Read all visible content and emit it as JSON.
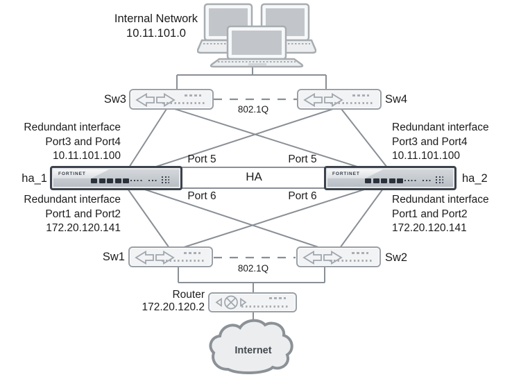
{
  "colors": {
    "line": "#898f95",
    "box_border": "#9aa0a6",
    "device_frame": "#3b424b",
    "text": "#1b1b1b"
  },
  "internal_network": {
    "line1": "Internal Network",
    "line2": "10.11.101.0"
  },
  "switches": {
    "sw1": "Sw1",
    "sw2": "Sw2",
    "sw3": "Sw3",
    "sw4": "Sw4"
  },
  "trunks": {
    "top": "802.1Q",
    "bottom": "802.1Q"
  },
  "firewalls": {
    "ha1": {
      "name": "ha_1",
      "brand": "FORTINET"
    },
    "ha2": {
      "name": "ha_2",
      "brand": "FORTINET"
    }
  },
  "ha_link": {
    "label": "HA",
    "port5_left": "Port 5",
    "port5_right": "Port 5",
    "port6_left": "Port 6",
    "port6_right": "Port 6"
  },
  "annotations": {
    "ha1_lan": [
      "Redundant interface",
      "Port3 and Port4",
      "10.11.101.100"
    ],
    "ha2_lan": [
      "Redundant interface",
      "Port3 and Port4",
      "10.11.101.100"
    ],
    "ha1_wan": [
      "Redundant interface",
      "Port1 and Port2",
      "172.20.120.141"
    ],
    "ha2_wan": [
      "Redundant interface",
      "Port1 and Port2",
      "172.20.120.141"
    ]
  },
  "router": {
    "name": "Router",
    "ip": "172.20.120.2"
  },
  "internet": {
    "label": "Internet"
  }
}
